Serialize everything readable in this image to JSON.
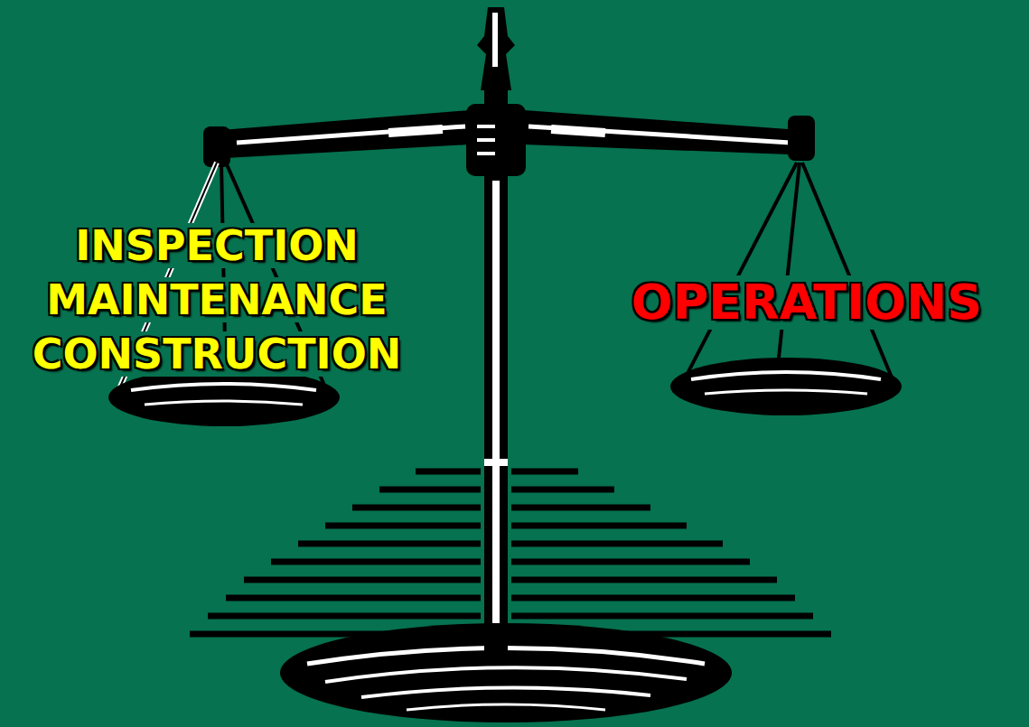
{
  "diagram": {
    "labels": [
      "INSPECTION",
      "MAINTENANCE",
      "CONSTRUCTION",
      "OPERATIONS"
    ]
  }
}
